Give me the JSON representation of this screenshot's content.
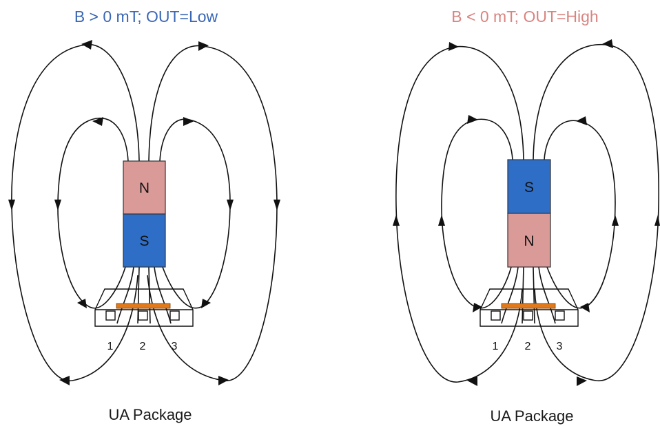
{
  "colors": {
    "north": "#d99a98",
    "south": "#2f6ec6",
    "sensor": "#e07a1c",
    "title_left": "#3a67b5",
    "title_right": "#d98480"
  },
  "panels": [
    {
      "title": "B > 0 mT; OUT=Low",
      "top_pole": "N",
      "bottom_pole": "S",
      "pins": [
        "1",
        "2",
        "3"
      ],
      "caption": "UA Package"
    },
    {
      "title": "B < 0 mT; OUT=High",
      "top_pole": "S",
      "bottom_pole": "N",
      "pins": [
        "1",
        "2",
        "3"
      ],
      "caption": "UA Package"
    }
  ]
}
